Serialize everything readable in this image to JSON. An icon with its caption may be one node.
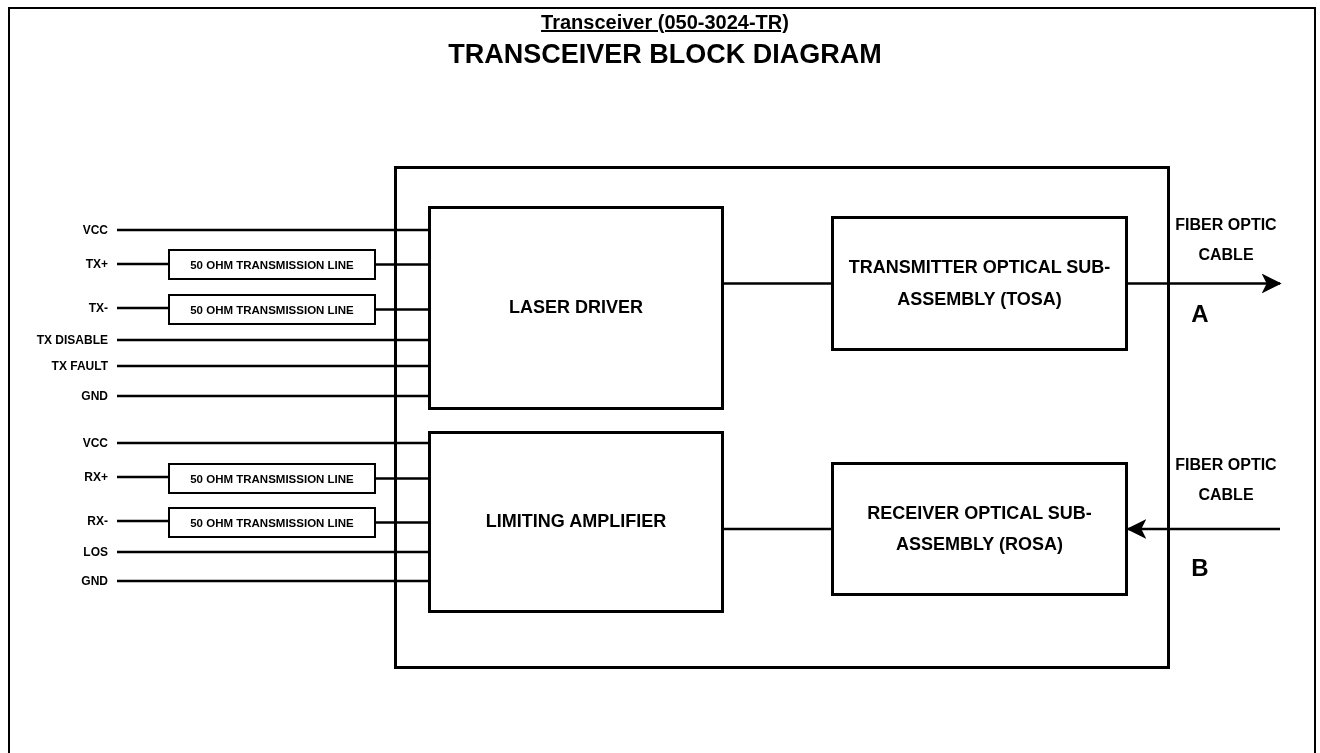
{
  "diagram": {
    "title": "TRANSCEIVER BLOCK DIAGRAM",
    "nodes": [
      {
        "text": [],
        "shape": "box"
      },
      {
        "text": [
          "LASER DRIVER"
        ],
        "in": 0
      },
      {
        "text": [
          "TRANSMITTER OPTICAL SUB-ASSEMBLY (TOSA)"
        ],
        "in": 0
      },
      {
        "text": [
          "LIMITING AMPLIFIER"
        ],
        "in": 0
      },
      {
        "text": [
          "RECEIVER OPTICAL SUB-ASSEMBLY (ROSA)"
        ],
        "in": 0
      },
      {
        "text": [
          "VCC"
        ]
      },
      {
        "text": [
          "TX+"
        ]
      },
      {
        "text": [
          "TX-"
        ]
      },
      {
        "text": [
          "TX DISABLE"
        ]
      },
      {
        "text": [
          "TX FAULT"
        ]
      },
      {
        "text": [
          "GND"
        ]
      },
      {
        "text": [
          "VCC"
        ]
      },
      {
        "text": [
          "RX+"
        ]
      },
      {
        "text": [
          "RX-"
        ]
      },
      {
        "text": [
          "LOS"
        ]
      },
      {
        "text": [
          "GND"
        ]
      },
      {
        "text": [
          "50 OHM TRANSMISSION LINE"
        ]
      },
      {
        "text": [
          "50 OHM TRANSMISSION LINE"
        ]
      },
      {
        "text": [
          "50 OHM TRANSMISSION LINE"
        ]
      },
      {
        "text": [
          "50 OHM TRANSMISSION LINE"
        ]
      },
      {
        "text": [
          "FIBER OPTIC CABLE"
        ]
      },
      {
        "text": [
          "FIBER OPTIC CABLE"
        ]
      }
    ],
    "edges": [
      {
        "from": 5,
        "to": 1,
        "arrow": "none"
      },
      {
        "from": 6,
        "to": 16,
        "arrow": "none"
      },
      {
        "from": 16,
        "to": 1,
        "arrow": "none"
      },
      {
        "from": 7,
        "to": 17,
        "arrow": "none"
      },
      {
        "from": 17,
        "to": 1,
        "arrow": "none"
      },
      {
        "from": 8,
        "to": 1,
        "arrow": "none"
      },
      {
        "from": 9,
        "to": 1,
        "arrow": "none"
      },
      {
        "from": 10,
        "to": 1,
        "arrow": "none"
      },
      {
        "from": 11,
        "to": 3,
        "arrow": "none"
      },
      {
        "from": 12,
        "to": 18,
        "arrow": "none"
      },
      {
        "from": 18,
        "to": 3,
        "arrow": "none"
      },
      {
        "from": 13,
        "to": 19,
        "arrow": "none"
      },
      {
        "from": 19,
        "to": 3,
        "arrow": "none"
      },
      {
        "from": 14,
        "to": 3,
        "arrow": "none"
      },
      {
        "from": 15,
        "to": 3,
        "arrow": "none"
      },
      {
        "from": 1,
        "to": 2,
        "arrow": "none"
      },
      {
        "from": 3,
        "to": 4,
        "arrow": "none"
      },
      {
        "from": 2,
        "to": 20,
        "arrow": "to"
      },
      {
        "from": 21,
        "to": 4,
        "arrow": "to"
      }
    ],
    "labels": [
      "Transceiver (050-3024-TR)",
      "A",
      "B"
    ]
  }
}
